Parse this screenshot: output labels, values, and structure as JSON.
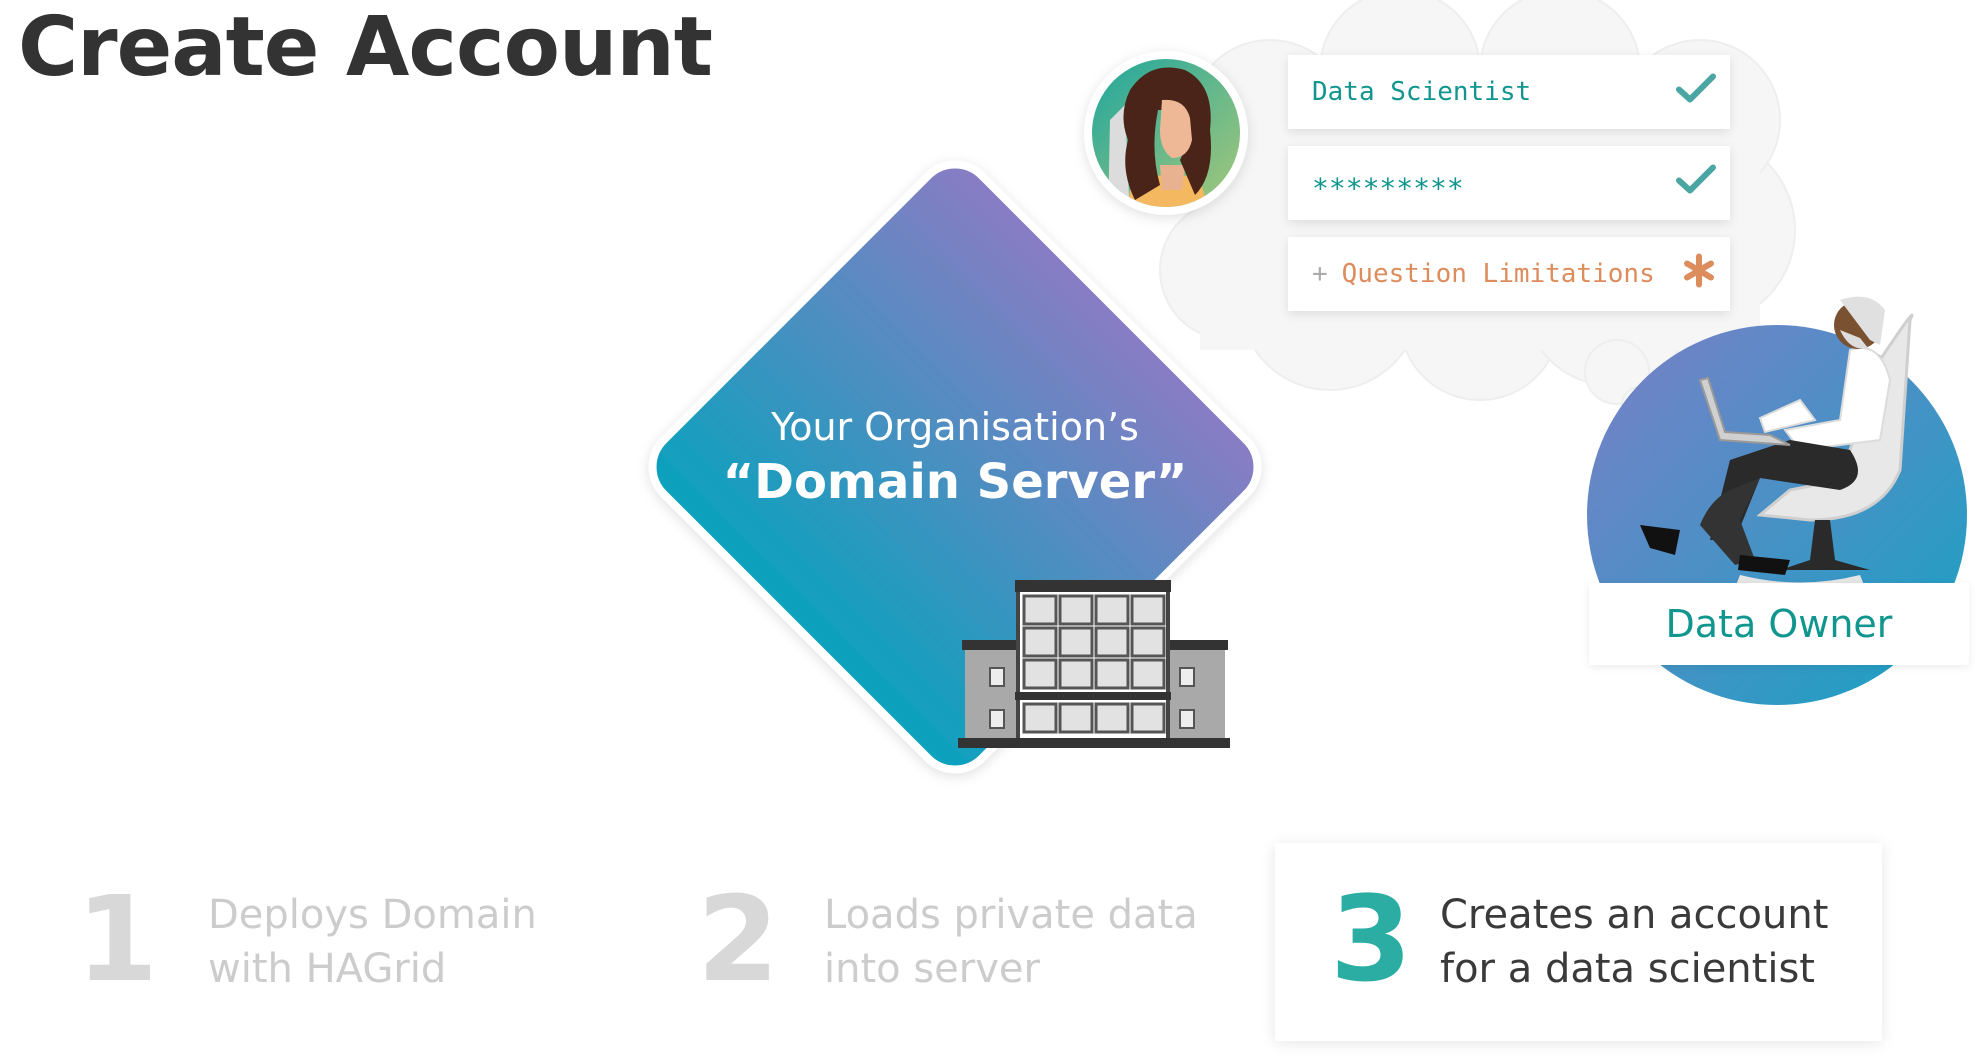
{
  "title": "Create Account",
  "server": {
    "subtitle": "Your Organisation’s",
    "title": "“Domain Server”"
  },
  "form": {
    "fields": [
      {
        "value": "Data Scientist",
        "status": "check-icon"
      },
      {
        "value": "*********",
        "status": "check-icon"
      },
      {
        "prefix": "+",
        "value": "Question Limitations",
        "status": "asterisk-icon"
      }
    ]
  },
  "owner": {
    "label": "Data Owner"
  },
  "steps": [
    {
      "number": "1",
      "line1": "Deploys Domain",
      "line2": "with HAGrid",
      "active": false
    },
    {
      "number": "2",
      "line1": "Loads private data",
      "line2": "into server",
      "active": false
    },
    {
      "number": "3",
      "line1": "Creates an account",
      "line2": "for a data scientist",
      "active": true
    }
  ],
  "colors": {
    "title": "#333333",
    "teal": "#11968f",
    "step_active": "#2cada3",
    "orange": "#dd8c5c",
    "diamond_top": "#8a7cc4",
    "diamond_bottom": "#0aa2bd",
    "inactive": "#cccccc"
  }
}
